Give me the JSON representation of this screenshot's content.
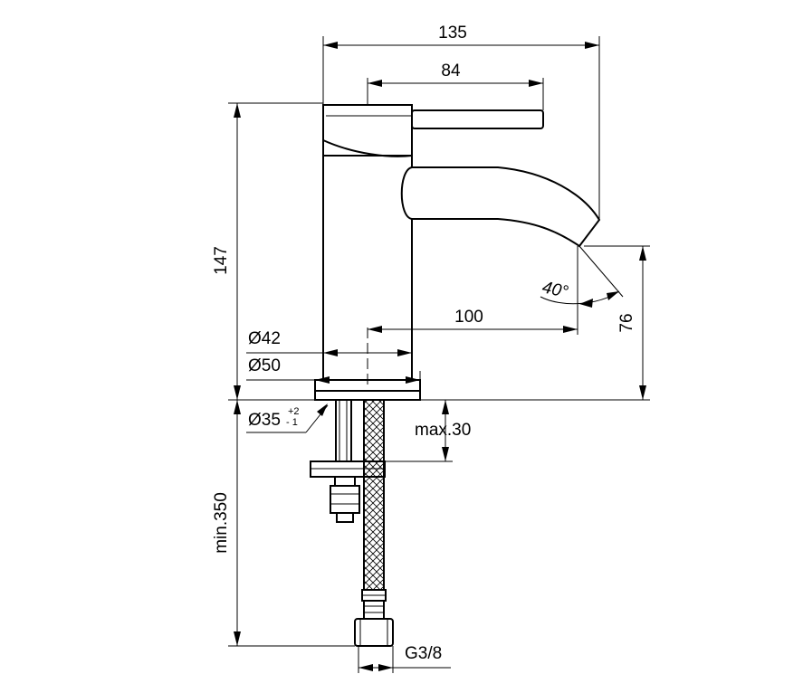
{
  "dimensions": {
    "overall_width": "135",
    "lever_length": "84",
    "height": "147",
    "spout_reach": "100",
    "spout_height": "76",
    "spout_angle": "40°",
    "body_diameter": "Ø42",
    "base_diameter": "Ø50",
    "hole_diameter": "Ø35",
    "hole_tol_plus": "+2",
    "hole_tol_minus": "- 1",
    "max_thickness": "max.30",
    "hose_length": "min.350",
    "connection": "G3/8"
  }
}
